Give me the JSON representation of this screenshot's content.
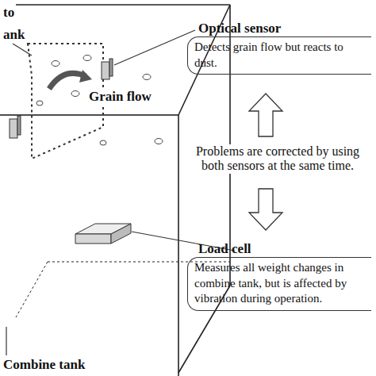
{
  "diagram": {
    "nodes": [
      {
        "text": [
          "Optical sensor",
          "Detects grain flow but reacts to dust."
        ]
      },
      {
        "text": [
          "Load cell",
          "Measures all weight changes in combine tank, but is affected by vibration during operation."
        ]
      }
    ],
    "labels": [
      "to",
      "ank",
      "Grain flow",
      "Problems are corrected by using both sensors at the same time.",
      "Combine tank"
    ]
  }
}
